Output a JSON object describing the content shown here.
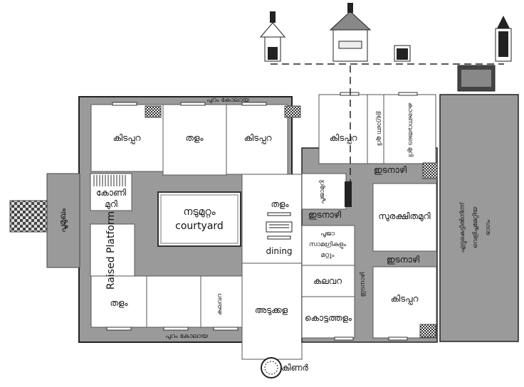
{
  "labels": {
    "bedroom_nw": "കിടപ്പറ",
    "hall_north": "തളം",
    "bedroom_n": "കിടപ്പറ",
    "bedroom_ne": "കിടപ്പറ",
    "store_mid": "ഉഗ്രാണ മുറി",
    "old_people_room": "കാരണവരുടെ മുറി",
    "stair_room_1": "കോണി",
    "stair_room_2": "മുറി",
    "prayer_room": "പൂജാമുറി",
    "courtyard_ml": "നടുമുറ്റം",
    "courtyard_en": "courtyard",
    "raised_platform": "Raised Platform",
    "hall_center": "തളം",
    "dining": "dining",
    "corridor_1": "ഇടനാഴി",
    "corridor_2": "ഇടനാഴി",
    "corridor_3": "ഇടനാഴി",
    "corridor_4": "ഇടനാഴി",
    "pooja_store_1": "പൂജാ",
    "pooja_store_2": "സാമഗ്രികളും",
    "pooja_store_3": "മറ്റും",
    "guest_room": "സുരക്ഷിതമുറി",
    "store_room": "കലവറ",
    "kitchen": "അടുക്കള",
    "hall_sw": "തളം",
    "store_sw": "കലവറ",
    "grain_room": "കൊട്ടത്തളം",
    "bedroom_se": "കിടപ്പറ",
    "entrance": "പൂമുഖം",
    "verandah_top": "പുറം കോലായ",
    "verandah_bottom": "പുറം കോലായ",
    "well": "കിണർ",
    "east_wing_1": "എട്ടുകെട്ടിൽനിന്ന്",
    "east_wing_2": "വെളിച്ചമേറ്റിയ",
    "east_wing_3": "ഭാഗം"
  }
}
